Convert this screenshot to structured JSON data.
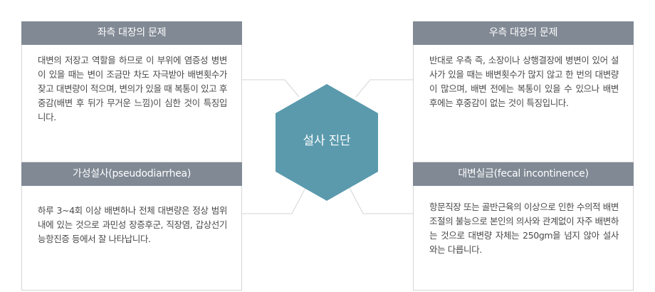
{
  "center": {
    "label": "설사 진단",
    "color": "#5b9aad"
  },
  "header_color": "#808994",
  "cards": {
    "top_left": {
      "title": "좌측 대장의 문제",
      "text": "대변의 저장고 역할을 하므로 이 부위에 염증성 병변이 있을 때는 변이 조금만 차도 자극받아 배변횟수가 잦고 대변량이 적으며, 변의가 있을 때 복통이 있고 후중감(배변 후 뒤가 무거운 느낌)이 심한 것이 특징입니다."
    },
    "top_right": {
      "title": "우측 대장의 문제",
      "text": "반대로 우측 즉, 소장이나 상행결장에 병변이 있어 설사가 있을 때는 배변횟수가 많지 않고 한 번의 대변량이 많으며, 배변 전에는 복통이 있을 수 있으나 배변 후에는 후중감이 없는 것이 특징입니다."
    },
    "bottom_left": {
      "title": "가성설사(pseudodiarrhea)",
      "text": "하루 3~4회 이상 배변하나 전체 대변량은 정상 범위 내에 있는 것으로 과민성 장증후군, 직장염, 갑상선기능항진증 등에서 잘 나타납니다."
    },
    "bottom_right": {
      "title": "대변실금(fecal incontinence)",
      "text": "항문직장 또는 골반근육의 이상으로 인한 수의적 배변조절의 불능으로 본인의 의사와 관계없이 자주 배변하는 것으로 대변량 자체는 250gm을 넘지 않아 설사와는 다릅니다."
    }
  }
}
